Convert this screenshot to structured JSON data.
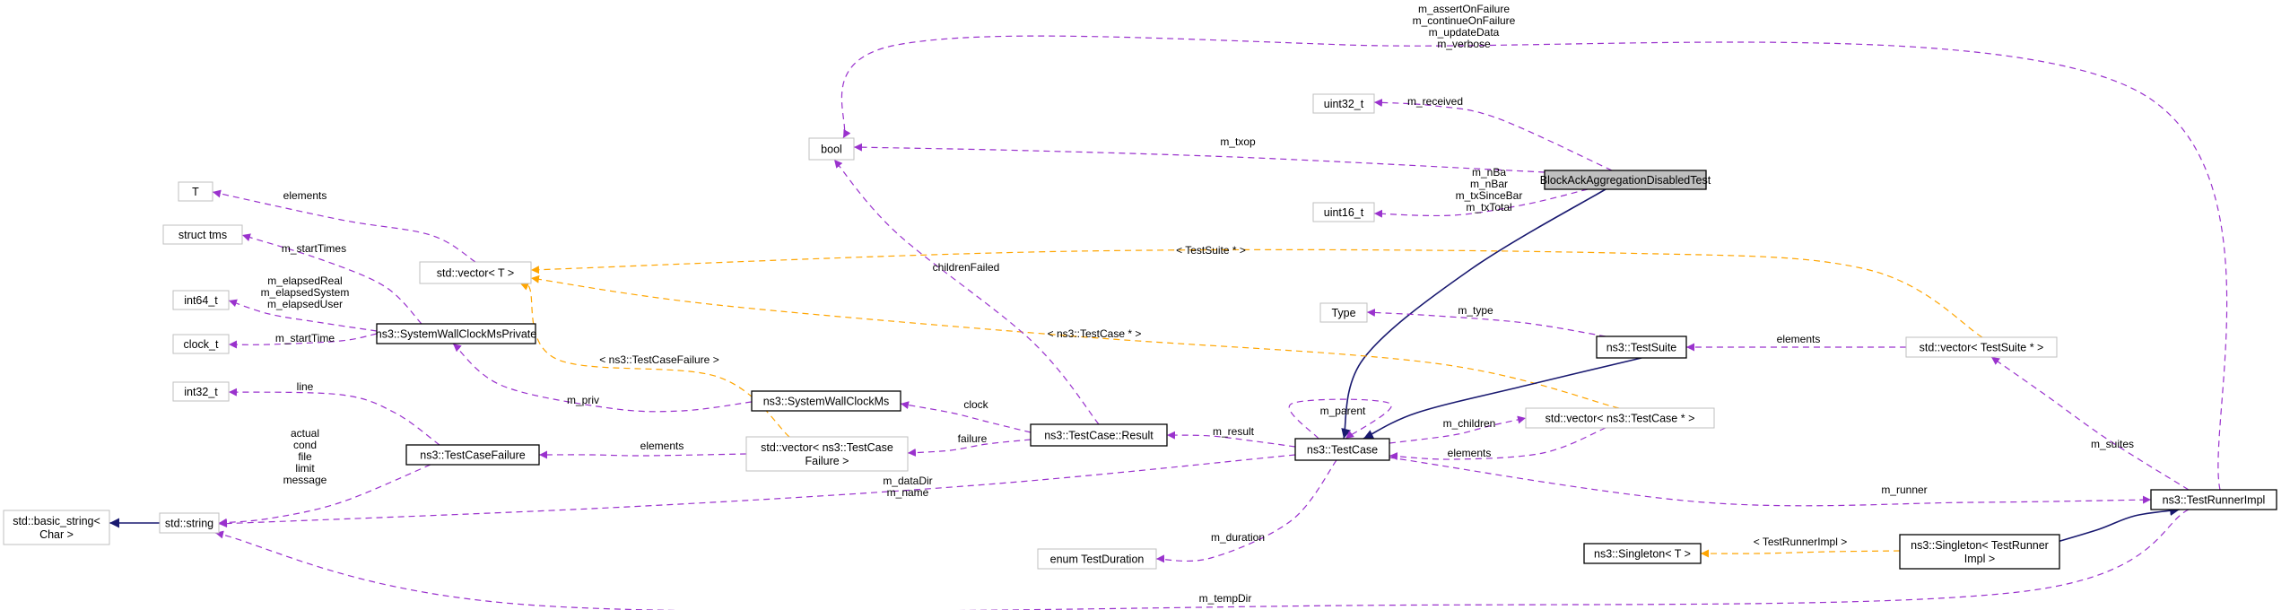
{
  "colors": {
    "inherit": "#191970",
    "usage": "#9a32cd",
    "template": "#ffa500",
    "focus_fill": "#bfbfbf",
    "normal_border": "#000000",
    "extern_border": "#bfbfbf"
  },
  "nodes": [
    {
      "id": "focus",
      "label": "BlockAckAggregationDisabledTest",
      "style": "focus"
    },
    {
      "id": "uint32",
      "label": "uint32_t",
      "style": "extern"
    },
    {
      "id": "uint16",
      "label": "uint16_t",
      "style": "extern"
    },
    {
      "id": "bool",
      "label": "bool",
      "style": "extern"
    },
    {
      "id": "T",
      "label": "T",
      "style": "extern"
    },
    {
      "id": "structtms",
      "label": "struct tms",
      "style": "extern"
    },
    {
      "id": "vectorT",
      "label": "std::vector< T >",
      "style": "extern"
    },
    {
      "id": "int64",
      "label": "int64_t",
      "style": "extern"
    },
    {
      "id": "clockt",
      "label": "clock_t",
      "style": "extern"
    },
    {
      "id": "swcmp",
      "label": "ns3::SystemWallClockMsPrivate",
      "style": "normal"
    },
    {
      "id": "int32",
      "label": "int32_t",
      "style": "extern"
    },
    {
      "id": "swcm",
      "label": "ns3::SystemWallClockMs",
      "style": "normal"
    },
    {
      "id": "vecfail",
      "label": [
        "std::vector< ns3::TestCase",
        "Failure >"
      ],
      "style": "extern"
    },
    {
      "id": "tcf",
      "label": "ns3::TestCaseFailure",
      "style": "normal"
    },
    {
      "id": "basicstr",
      "label": [
        "std::basic_string<",
        "Char >"
      ],
      "style": "extern"
    },
    {
      "id": "stdstr",
      "label": "std::string",
      "style": "extern"
    },
    {
      "id": "result",
      "label": "ns3::TestCase::Result",
      "style": "normal"
    },
    {
      "id": "type",
      "label": "Type",
      "style": "extern"
    },
    {
      "id": "testsuite",
      "label": "ns3::TestSuite",
      "style": "normal"
    },
    {
      "id": "testcase",
      "label": "ns3::TestCase",
      "style": "normal"
    },
    {
      "id": "vectc",
      "label": "std::vector< ns3::TestCase * >",
      "style": "extern"
    },
    {
      "id": "enumdur",
      "label": "enum TestDuration",
      "style": "extern"
    },
    {
      "id": "vects",
      "label": "std::vector< TestSuite * >",
      "style": "extern"
    },
    {
      "id": "singT",
      "label": "ns3::Singleton< T >",
      "style": "normal"
    },
    {
      "id": "singTR",
      "label": [
        "ns3::Singleton< TestRunner",
        "Impl >"
      ],
      "style": "normal"
    },
    {
      "id": "runner",
      "label": "ns3::TestRunnerImpl",
      "style": "normal"
    }
  ],
  "edges": [
    {
      "id": "e-received",
      "label": [
        "m_received"
      ]
    },
    {
      "id": "e-txop",
      "label": [
        "m_txop"
      ]
    },
    {
      "id": "e-nba",
      "label": [
        "m_nBa",
        "m_nBar",
        "m_txSinceBar",
        "m_txTotal"
      ]
    },
    {
      "id": "e-inherit-focus",
      "label": []
    },
    {
      "id": "e-runner-bool",
      "label": [
        "m_assertOnFailure",
        "m_continueOnFailure",
        "m_updateData",
        "m_verbose"
      ]
    },
    {
      "id": "e-elements-T",
      "label": [
        "elements"
      ]
    },
    {
      "id": "e-starttimes",
      "label": [
        "m_startTimes"
      ]
    },
    {
      "id": "e-elapsed",
      "label": [
        "m_elapsedReal",
        "m_elapsedSystem",
        "m_elapsedUser"
      ]
    },
    {
      "id": "e-starttime",
      "label": [
        "m_startTime"
      ]
    },
    {
      "id": "e-priv",
      "label": [
        "m_priv"
      ]
    },
    {
      "id": "e-line",
      "label": [
        "line"
      ]
    },
    {
      "id": "e-tcf-str",
      "label": [
        "actual",
        "cond",
        "file",
        "limit",
        "message"
      ]
    },
    {
      "id": "e-vecfail-tcf",
      "label": [
        "elements"
      ]
    },
    {
      "id": "e-basic-str",
      "label": []
    },
    {
      "id": "e-tpl-failure",
      "label": [
        "< ns3::TestCaseFailure >"
      ]
    },
    {
      "id": "e-tpl-testsuite",
      "label": [
        "< TestSuite * >"
      ]
    },
    {
      "id": "e-tpl-testcase",
      "label": [
        "< ns3::TestCase * >"
      ]
    },
    {
      "id": "e-children-failed",
      "label": [
        "childrenFailed"
      ]
    },
    {
      "id": "e-clock",
      "label": [
        "clock"
      ]
    },
    {
      "id": "e-failure",
      "label": [
        "failure"
      ]
    },
    {
      "id": "e-result",
      "label": [
        "m_result"
      ]
    },
    {
      "id": "e-parent",
      "label": [
        "m_parent"
      ]
    },
    {
      "id": "e-type",
      "label": [
        "m_type"
      ]
    },
    {
      "id": "e-inherit-ts",
      "label": []
    },
    {
      "id": "e-children",
      "label": [
        "m_children"
      ]
    },
    {
      "id": "e-vectc-tc",
      "label": [
        "elements"
      ]
    },
    {
      "id": "e-ts-elements",
      "label": [
        "elements"
      ]
    },
    {
      "id": "e-datadir",
      "label": [
        "m_dataDir",
        "m_name"
      ]
    },
    {
      "id": "e-duration",
      "label": [
        "m_duration"
      ]
    },
    {
      "id": "e-runner",
      "label": [
        "m_runner"
      ]
    },
    {
      "id": "e-suites",
      "label": [
        "m_suites"
      ]
    },
    {
      "id": "e-inherit-runner",
      "label": []
    },
    {
      "id": "e-tpl-runnerimpl",
      "label": [
        "< TestRunnerImpl >"
      ]
    },
    {
      "id": "e-tempdir",
      "label": [
        "m_tempDir"
      ]
    }
  ]
}
